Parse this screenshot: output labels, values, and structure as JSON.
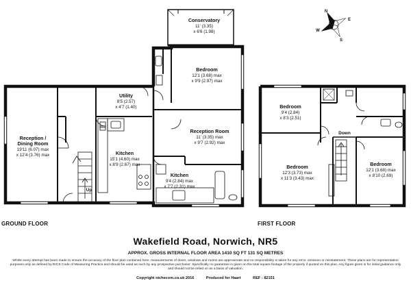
{
  "floors": {
    "ground_label": "GROUND FLOOR",
    "first_label": "FIRST FLOOR"
  },
  "rooms": {
    "conservatory": {
      "name": "Conservatory",
      "dim1": "11' (3.35)",
      "dim2": "x 6'6 (1.98)"
    },
    "bedroom_g": {
      "name": "Bedroom",
      "dim1": "12'1 (3.68) max",
      "dim2": "x 9'9 (2.97) max"
    },
    "utility": {
      "name": "Utility",
      "dim1": "8'5 (2.57)",
      "dim2": "x 4'7 (1.40)"
    },
    "reception_dining": {
      "name1": "Reception /",
      "name2": "Dining Room",
      "dim1": "19'11 (6.07) max",
      "dim2": "x 12'4 (3.76) max"
    },
    "kitchen_main": {
      "name": "Kitchen",
      "dim1": "15'1 (4.60) max",
      "dim2": "x 8'9 (2.67) max"
    },
    "reception_room": {
      "name": "Reception Room",
      "dim1": "11' (3.35) max",
      "dim2": "x 9'7 (2.92) max"
    },
    "kitchen_small": {
      "name": "Kitchen",
      "dim1": "9'4 (2.84) max",
      "dim2": "x 7'7 (2.31) max"
    },
    "bed_f1": {
      "name": "Bedroom",
      "dim1": "9'4 (2.84)",
      "dim2": "x 8'3 (2.51)"
    },
    "bed_f2": {
      "name": "Bedroom",
      "dim1": "12'3 (3.73) max",
      "dim2": "x 11'3 (3.43) max"
    },
    "bed_f3": {
      "name": "Bedroom",
      "dim1": "12'1 (3.68) max",
      "dim2": "x 8'10 (2.69)"
    }
  },
  "stairs": {
    "up_label": "Up",
    "down_label": "Down"
  },
  "compass": {
    "letters": [
      "N",
      "S",
      "E",
      "W"
    ]
  },
  "footer": {
    "address": "Wakefield Road, Norwich, NR5",
    "area": "APPROX. GROSS INTERNAL FLOOR AREA 1410 SQ FT 131 SQ METRES",
    "disclaimer": "Whilst every attempt has been made to ensure the accuracy of the floor plan contained here, measurements of doors, windows and rooms are approximate and no responsibility is taken for any error, omission or misstatement. These plans are for representation purposes only as defined by RICS Code of Measuring Practice and should be used as such by any prospective purchaser. Specifically no guarantee is given on the total square footage of the property if quoted on this plan. Any figure given is for initial guidance only and should not be relied on as a basis of valuation.",
    "copyright": "Copyright nichecom.co.uk 2016",
    "produced": "Produced for Haart",
    "ref": "REF : 82151"
  }
}
